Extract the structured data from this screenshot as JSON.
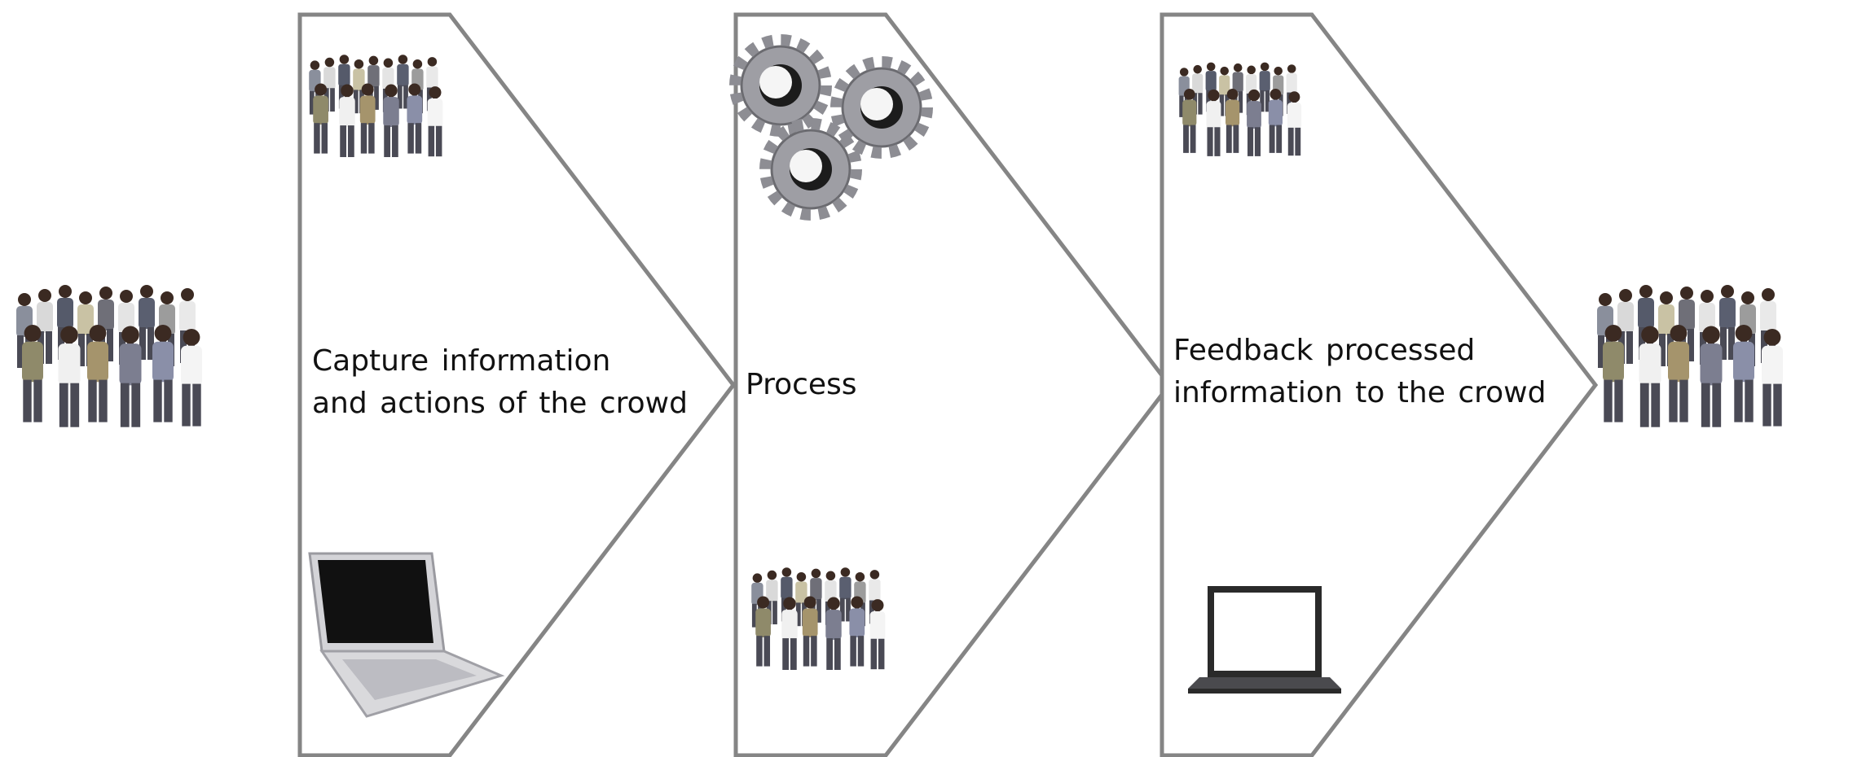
{
  "steps": [
    {
      "label_lines": [
        "Capture  information",
        "and actions of the crowd"
      ],
      "top_icon": "crowd-icon",
      "bottom_icon": "laptop-icon"
    },
    {
      "label_lines": [
        "Process"
      ],
      "top_icon": "gears-icon",
      "bottom_icon": "crowd-icon"
    },
    {
      "label_lines": [
        "Feedback  processed",
        "information to the crowd"
      ],
      "top_icon": "crowd-icon",
      "bottom_icon": "flat-laptop-icon"
    }
  ],
  "input_icon": "crowd-icon",
  "output_icon": "crowd-icon",
  "colors": {
    "chevron_stroke": "#858585",
    "text": "#111111"
  }
}
